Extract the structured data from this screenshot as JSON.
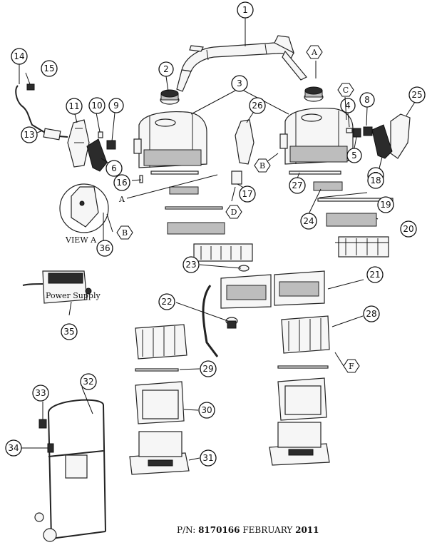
{
  "footer": {
    "prefix": "P/N:",
    "part_number": "8170166",
    "month": "FEBRUARY",
    "year": "2011"
  },
  "view_label": "VIEW A",
  "power_supply_label": "Power Supply",
  "callouts": [
    {
      "id": "1",
      "label": "1"
    },
    {
      "id": "2",
      "label": "2"
    },
    {
      "id": "3",
      "label": "3"
    },
    {
      "id": "4",
      "label": "4"
    },
    {
      "id": "5",
      "label": "5"
    },
    {
      "id": "6",
      "label": "6"
    },
    {
      "id": "7",
      "label": "7"
    },
    {
      "id": "8",
      "label": "8"
    },
    {
      "id": "9",
      "label": "9"
    },
    {
      "id": "10",
      "label": "10"
    },
    {
      "id": "11",
      "label": "11"
    },
    {
      "id": "13",
      "label": "13"
    },
    {
      "id": "14",
      "label": "14"
    },
    {
      "id": "15",
      "label": "15"
    },
    {
      "id": "16",
      "label": "16"
    },
    {
      "id": "17",
      "label": "17"
    },
    {
      "id": "18",
      "label": "18"
    },
    {
      "id": "19",
      "label": "19"
    },
    {
      "id": "20",
      "label": "20"
    },
    {
      "id": "21",
      "label": "21"
    },
    {
      "id": "22",
      "label": "22"
    },
    {
      "id": "23",
      "label": "23"
    },
    {
      "id": "24",
      "label": "24"
    },
    {
      "id": "25",
      "label": "25"
    },
    {
      "id": "26",
      "label": "26"
    },
    {
      "id": "27",
      "label": "27"
    },
    {
      "id": "28",
      "label": "28"
    },
    {
      "id": "29",
      "label": "29"
    },
    {
      "id": "30",
      "label": "30"
    },
    {
      "id": "31",
      "label": "31"
    },
    {
      "id": "32",
      "label": "32"
    },
    {
      "id": "33",
      "label": "33"
    },
    {
      "id": "34",
      "label": "34"
    },
    {
      "id": "35",
      "label": "35"
    },
    {
      "id": "36",
      "label": "36"
    }
  ],
  "letter_markers": [
    {
      "id": "A-top",
      "label": "A"
    },
    {
      "id": "C",
      "label": "C"
    },
    {
      "id": "B-mid",
      "label": "B"
    },
    {
      "id": "B-view",
      "label": "B"
    },
    {
      "id": "D",
      "label": "D"
    },
    {
      "id": "A-left",
      "label": "A"
    },
    {
      "id": "F",
      "label": "F"
    }
  ]
}
